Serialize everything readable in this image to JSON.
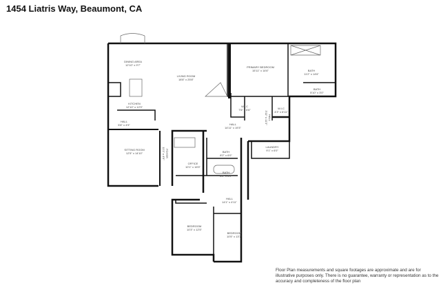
{
  "title": "1454 Liatris Way, Beaumont, CA",
  "rooms": [
    {
      "name": "DINING AREA",
      "dims": "12'10\" x 9'7\""
    },
    {
      "name": "LIVING ROOM",
      "dims": "18'8\" x 25'8\""
    },
    {
      "name": "KITCHEN",
      "dims": "12'10\" x 12'3\""
    },
    {
      "name": "HALL",
      "dims": "5'8\" x 4'9\""
    },
    {
      "name": "SITTING ROOM",
      "dims": "12'5\" x 14'10\""
    },
    {
      "name": "FOYER",
      "dims": "11'1\" x 4'9\""
    },
    {
      "name": "OFFICE",
      "dims": "10'1\" x 16'5\""
    },
    {
      "name": "HALL",
      "dims": "14'11\" x 19'3\""
    },
    {
      "name": "BATH",
      "dims": "8'2\" x 6'0\""
    },
    {
      "name": "BATH",
      "dims": "8'2\" x 6'0\""
    },
    {
      "name": "PRIMARY BEDROOM",
      "dims": "15'11\" x 14'6\""
    },
    {
      "name": "BATH",
      "dims": "11'2\" x 14'6\""
    },
    {
      "name": "BATH",
      "dims": "5'10\" x 3'0\""
    },
    {
      "name": "W.I.C",
      "dims": "7'6\" x 6'6\""
    },
    {
      "name": "W.I.C",
      "dims": "4'3\" x 6'11\""
    },
    {
      "name": "HALL",
      "dims": "3'11\" x 11'3\""
    },
    {
      "name": "LAUNDRY",
      "dims": "9'1\" x 6'0\""
    },
    {
      "name": "HALL",
      "dims": "14'1\" x 4'11\""
    },
    {
      "name": "BEDROOM",
      "dims": "10'3\" x 12'5\""
    },
    {
      "name": "BEDROOM",
      "dims": "10'5\" x 13'7\""
    }
  ],
  "disclaimer": "Floor Plan measurements and square footages are approximate and are for illustrative purposes only. There is no guarantee, warranty or representation as to the accuracy and completeness of the floor plan"
}
